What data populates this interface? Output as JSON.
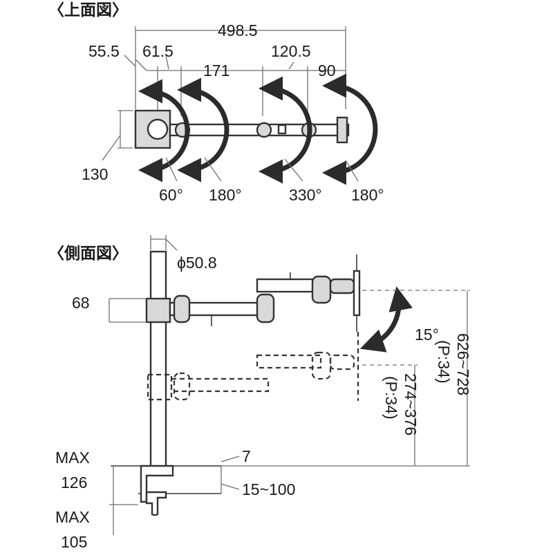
{
  "headings": {
    "top_view": "〈上面図〉",
    "side_view": "〈側面図〉"
  },
  "top_view": {
    "dims": {
      "overall": "498.5",
      "d55": "55.5",
      "d61": "61.5",
      "d171": "171",
      "d120": "120.5",
      "d90": "90",
      "d130": "130"
    },
    "angles": {
      "a60": "60°",
      "a180_1": "180°",
      "a330": "330°",
      "a180_2": "180°"
    }
  },
  "side_view": {
    "dims": {
      "pole_diameter": "ϕ50.8",
      "clamp_height": "68",
      "tilt": "15°",
      "range_short": "274~376",
      "pitch_short": "(P:34)",
      "range_long": "626~728",
      "pitch_long": "(P:34)",
      "plate": "7",
      "desk_thickness": "15~100",
      "max_label_1": "MAX",
      "max_value_1": "126",
      "max_label_2": "MAX",
      "max_value_2": "105"
    }
  },
  "colors": {
    "line": "#333333",
    "fill": "#d9d9d9",
    "background": "#ffffff"
  }
}
